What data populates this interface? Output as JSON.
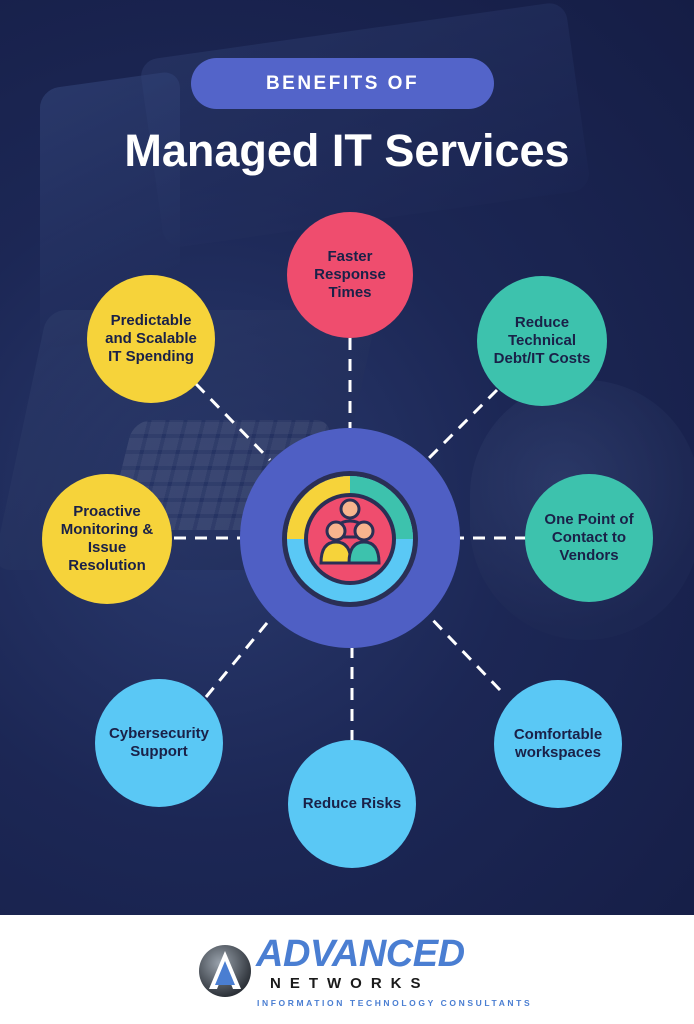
{
  "header": {
    "pill_text": "BENEFITS OF",
    "title": "Managed IT Services"
  },
  "benefits": [
    {
      "label": "Faster\nResponse\nTimes",
      "color": "#ef4d6e"
    },
    {
      "label": "Reduce\nTechnical\nDebt/IT Costs",
      "color": "#3dc2ad"
    },
    {
      "label": "One Point of\nContact to\nVendors",
      "color": "#3dc2ad"
    },
    {
      "label": "Comfortable\nworkspaces",
      "color": "#5ac8f5"
    },
    {
      "label": "Reduce Risks",
      "color": "#5ac8f5"
    },
    {
      "label": "Cybersecurity\nSupport",
      "color": "#5ac8f5"
    },
    {
      "label": "Proactive\nMonitoring &\nIssue\nResolution",
      "color": "#f6d33a"
    },
    {
      "label": "Predictable\nand Scalable\nIT Spending",
      "color": "#f6d33a"
    }
  ],
  "hub": {
    "icon": "team-people-icon",
    "color": "#4f5fc4"
  },
  "footer": {
    "brand_name": "ADVANCED",
    "brand_sub": "NETWORKS",
    "brand_tag": "INFORMATION TECHNOLOGY CONSULTANTS",
    "logo_icon": "a-logo-icon"
  }
}
